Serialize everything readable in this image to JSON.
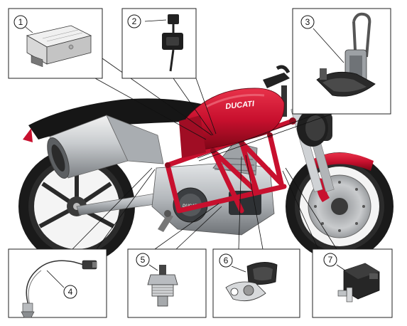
{
  "callouts": [
    {
      "number": "1",
      "component": "engine-control-unit"
    },
    {
      "number": "2",
      "component": "connector-relay"
    },
    {
      "number": "3",
      "component": "fuel-pump"
    },
    {
      "number": "4",
      "component": "lambda-sensor"
    },
    {
      "number": "5",
      "component": "temperature-sensor"
    },
    {
      "number": "6",
      "component": "pressure-sensor"
    },
    {
      "number": "7",
      "component": "ignition-coil"
    }
  ],
  "branding": {
    "tank_logo": "DUCATI",
    "engine_logo": "DUCATI"
  },
  "colors": {
    "frame_red": "#c8102e",
    "engine_silver": "#b9bcc0",
    "tire_black": "#1a1a1a"
  }
}
